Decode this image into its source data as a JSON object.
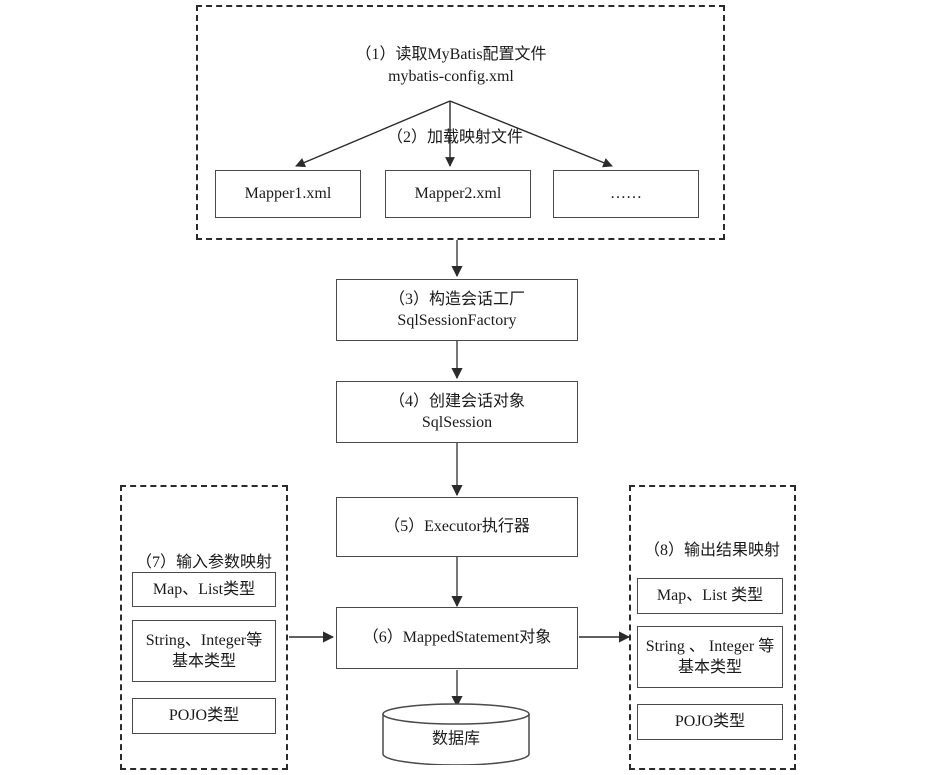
{
  "diagram": {
    "title_hidden": "MyBatis 执行流程图",
    "config_group": {
      "name": "mybatis-config-group",
      "step_label_line1": "（1）读取MyBatis配置文件",
      "step_label_line2": "mybatis-config.xml",
      "load_label": "（2）加载映射文件",
      "mappers": [
        {
          "label": "Mapper1.xml"
        },
        {
          "label": "Mapper2.xml"
        },
        {
          "label": "……"
        }
      ]
    },
    "main_flow": [
      {
        "key": "session-factory",
        "line1": "（3）构造会话工厂",
        "line2": "SqlSessionFactory"
      },
      {
        "key": "sql-session",
        "line1": "（4）创建会话对象",
        "line2": "SqlSession"
      },
      {
        "key": "executor",
        "line1": "（5）Executor执行器",
        "line2": ""
      },
      {
        "key": "mapped-statement",
        "line1": "（6）MappedStatement对象",
        "line2": ""
      }
    ],
    "database": {
      "label": "数据库"
    },
    "input_group": {
      "title": "（7）输入参数映射",
      "items": [
        {
          "line1": "Map、List类型",
          "line2": ""
        },
        {
          "line1": "String、Integer等",
          "line2": "基本类型"
        },
        {
          "line1": "POJO类型",
          "line2": ""
        }
      ]
    },
    "output_group": {
      "title": "（8）输出结果映射",
      "items": [
        {
          "line1": "Map、List 类型",
          "line2": ""
        },
        {
          "line1": "String 、 Integer 等",
          "line2": "基本类型"
        },
        {
          "line1": "POJO类型",
          "line2": ""
        }
      ]
    },
    "colors": {
      "stroke": "#4a4a4a",
      "dashed_stroke": "#2b2b2b",
      "text": "#1a1a1a",
      "background": "#ffffff"
    }
  }
}
